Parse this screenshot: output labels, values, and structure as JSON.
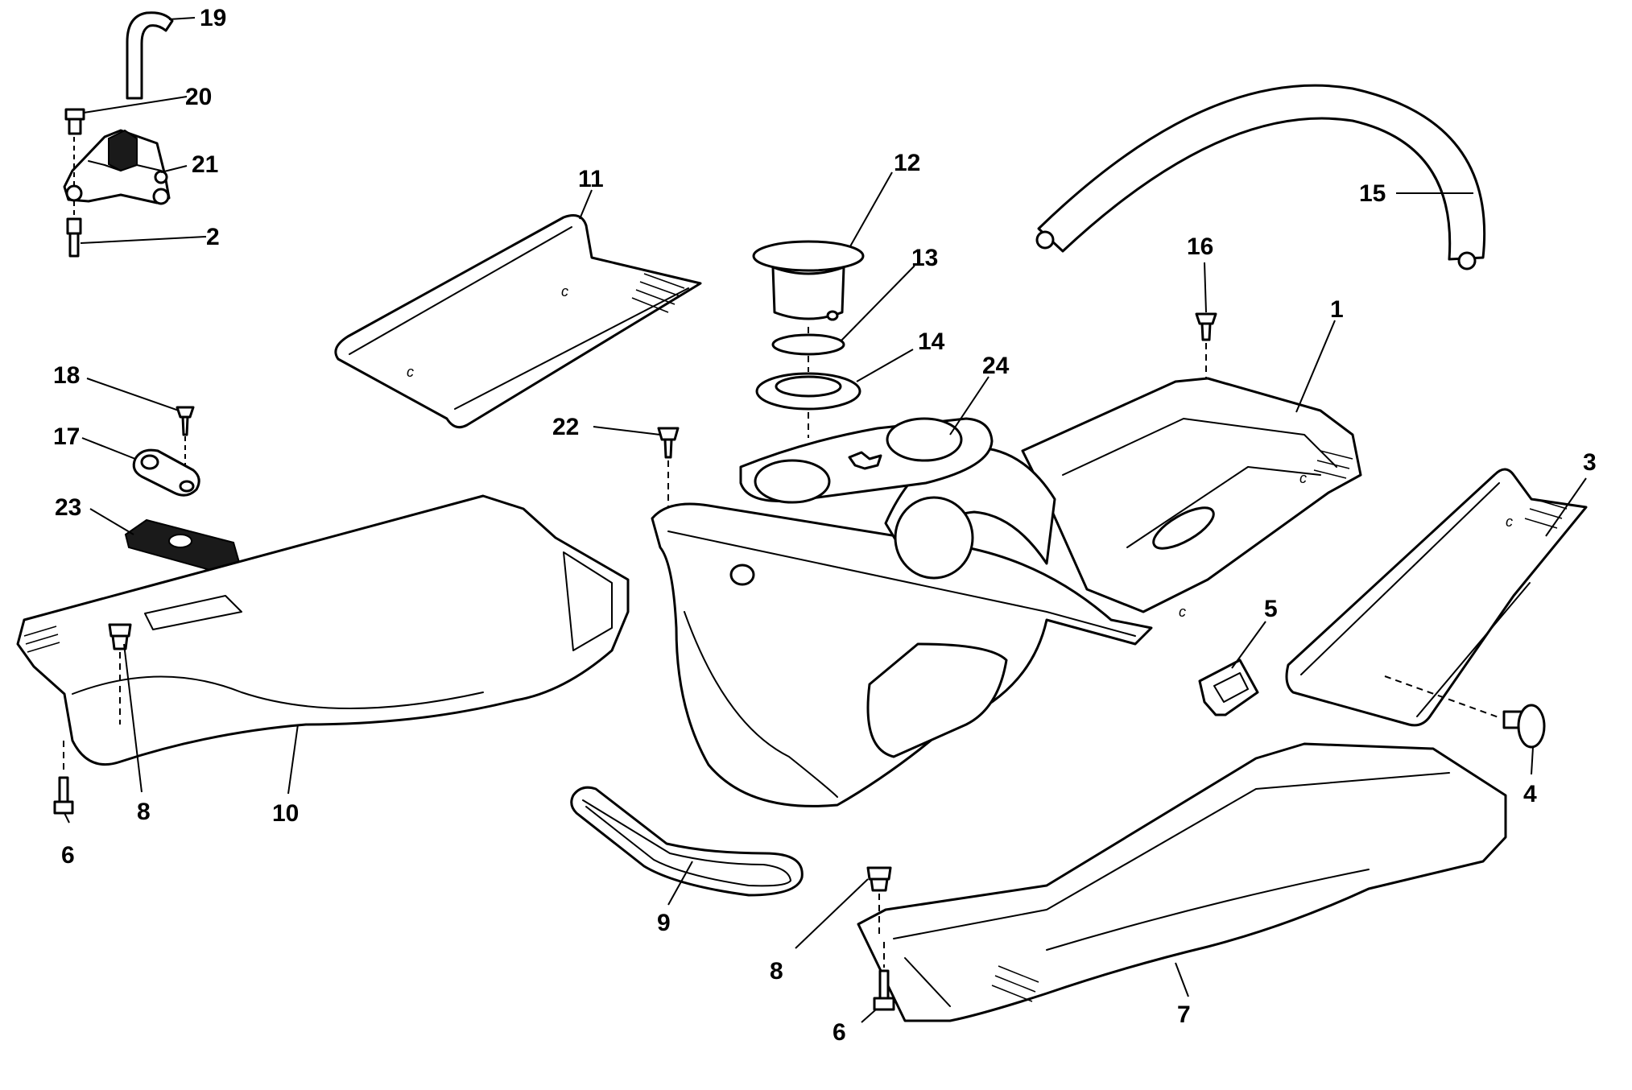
{
  "callouts": [
    {
      "id": "c19",
      "label": "19"
    },
    {
      "id": "c20",
      "label": "20"
    },
    {
      "id": "c21",
      "label": "21"
    },
    {
      "id": "c2",
      "label": "2"
    },
    {
      "id": "c18",
      "label": "18"
    },
    {
      "id": "c17",
      "label": "17"
    },
    {
      "id": "c23",
      "label": "23"
    },
    {
      "id": "c8a",
      "label": "8"
    },
    {
      "id": "c6a",
      "label": "6"
    },
    {
      "id": "c10",
      "label": "10"
    },
    {
      "id": "c11",
      "label": "11"
    },
    {
      "id": "c12",
      "label": "12"
    },
    {
      "id": "c13",
      "label": "13"
    },
    {
      "id": "c14",
      "label": "14"
    },
    {
      "id": "c22",
      "label": "22"
    },
    {
      "id": "c24",
      "label": "24"
    },
    {
      "id": "c15",
      "label": "15"
    },
    {
      "id": "c16",
      "label": "16"
    },
    {
      "id": "c1",
      "label": "1"
    },
    {
      "id": "c3",
      "label": "3"
    },
    {
      "id": "c5",
      "label": "5"
    },
    {
      "id": "c4",
      "label": "4"
    },
    {
      "id": "c9",
      "label": "9"
    },
    {
      "id": "c8b",
      "label": "8"
    },
    {
      "id": "c6b",
      "label": "6"
    },
    {
      "id": "c7",
      "label": "7"
    }
  ]
}
